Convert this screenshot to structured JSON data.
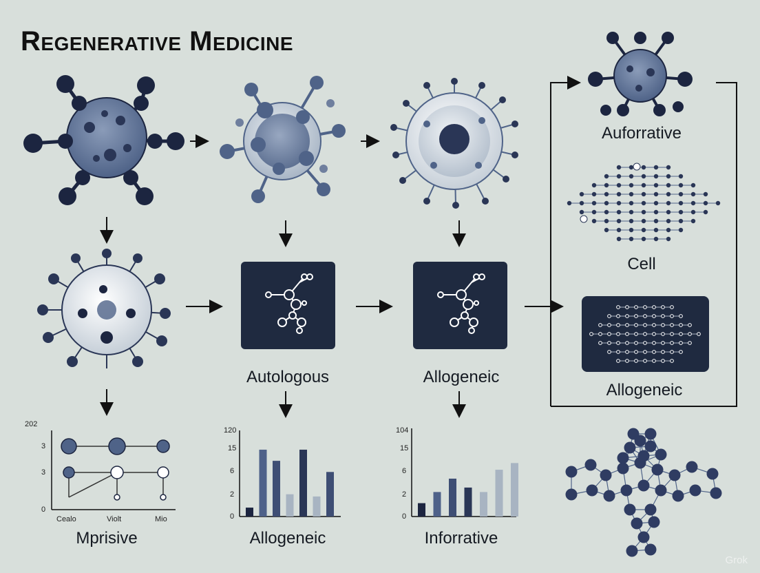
{
  "title": "Regenerative Medicine",
  "labels": {
    "auforrative": "Auforrative",
    "cell": "Cell",
    "allogeneic_right": "Allogeneic",
    "autologous": "Autologous",
    "allogeneic_mid": "Allogeneic",
    "mprisive": "Mprisive",
    "allogeneic_bottom": "Allogeneic",
    "inforrative": "Inforrative"
  },
  "chart1": {
    "y_ticks": [
      "202",
      "3",
      "3",
      "0"
    ],
    "x_ticks": [
      "Cealo",
      "Violt",
      "Mio"
    ]
  },
  "chart2": {
    "y_ticks": [
      "120",
      "15",
      "6",
      "2",
      "0"
    ],
    "values": [
      2,
      15,
      12.5,
      5,
      15,
      4.5,
      10
    ],
    "colors": [
      "#1c2540",
      "#4e6189",
      "#3e4e74",
      "#a8b4c2",
      "#2a3656",
      "#a8b4c2",
      "#3e4e74"
    ]
  },
  "chart3": {
    "y_ticks": [
      "104",
      "15",
      "6",
      "2",
      "0"
    ],
    "values": [
      3,
      5.5,
      8.5,
      6.5,
      5.5,
      10.5,
      12
    ],
    "colors": [
      "#1c2540",
      "#4e6189",
      "#3e4e74",
      "#2a3656",
      "#a8b4c2",
      "#a8b4c2",
      "#a8b4c2"
    ]
  },
  "watermark": "Grok"
}
